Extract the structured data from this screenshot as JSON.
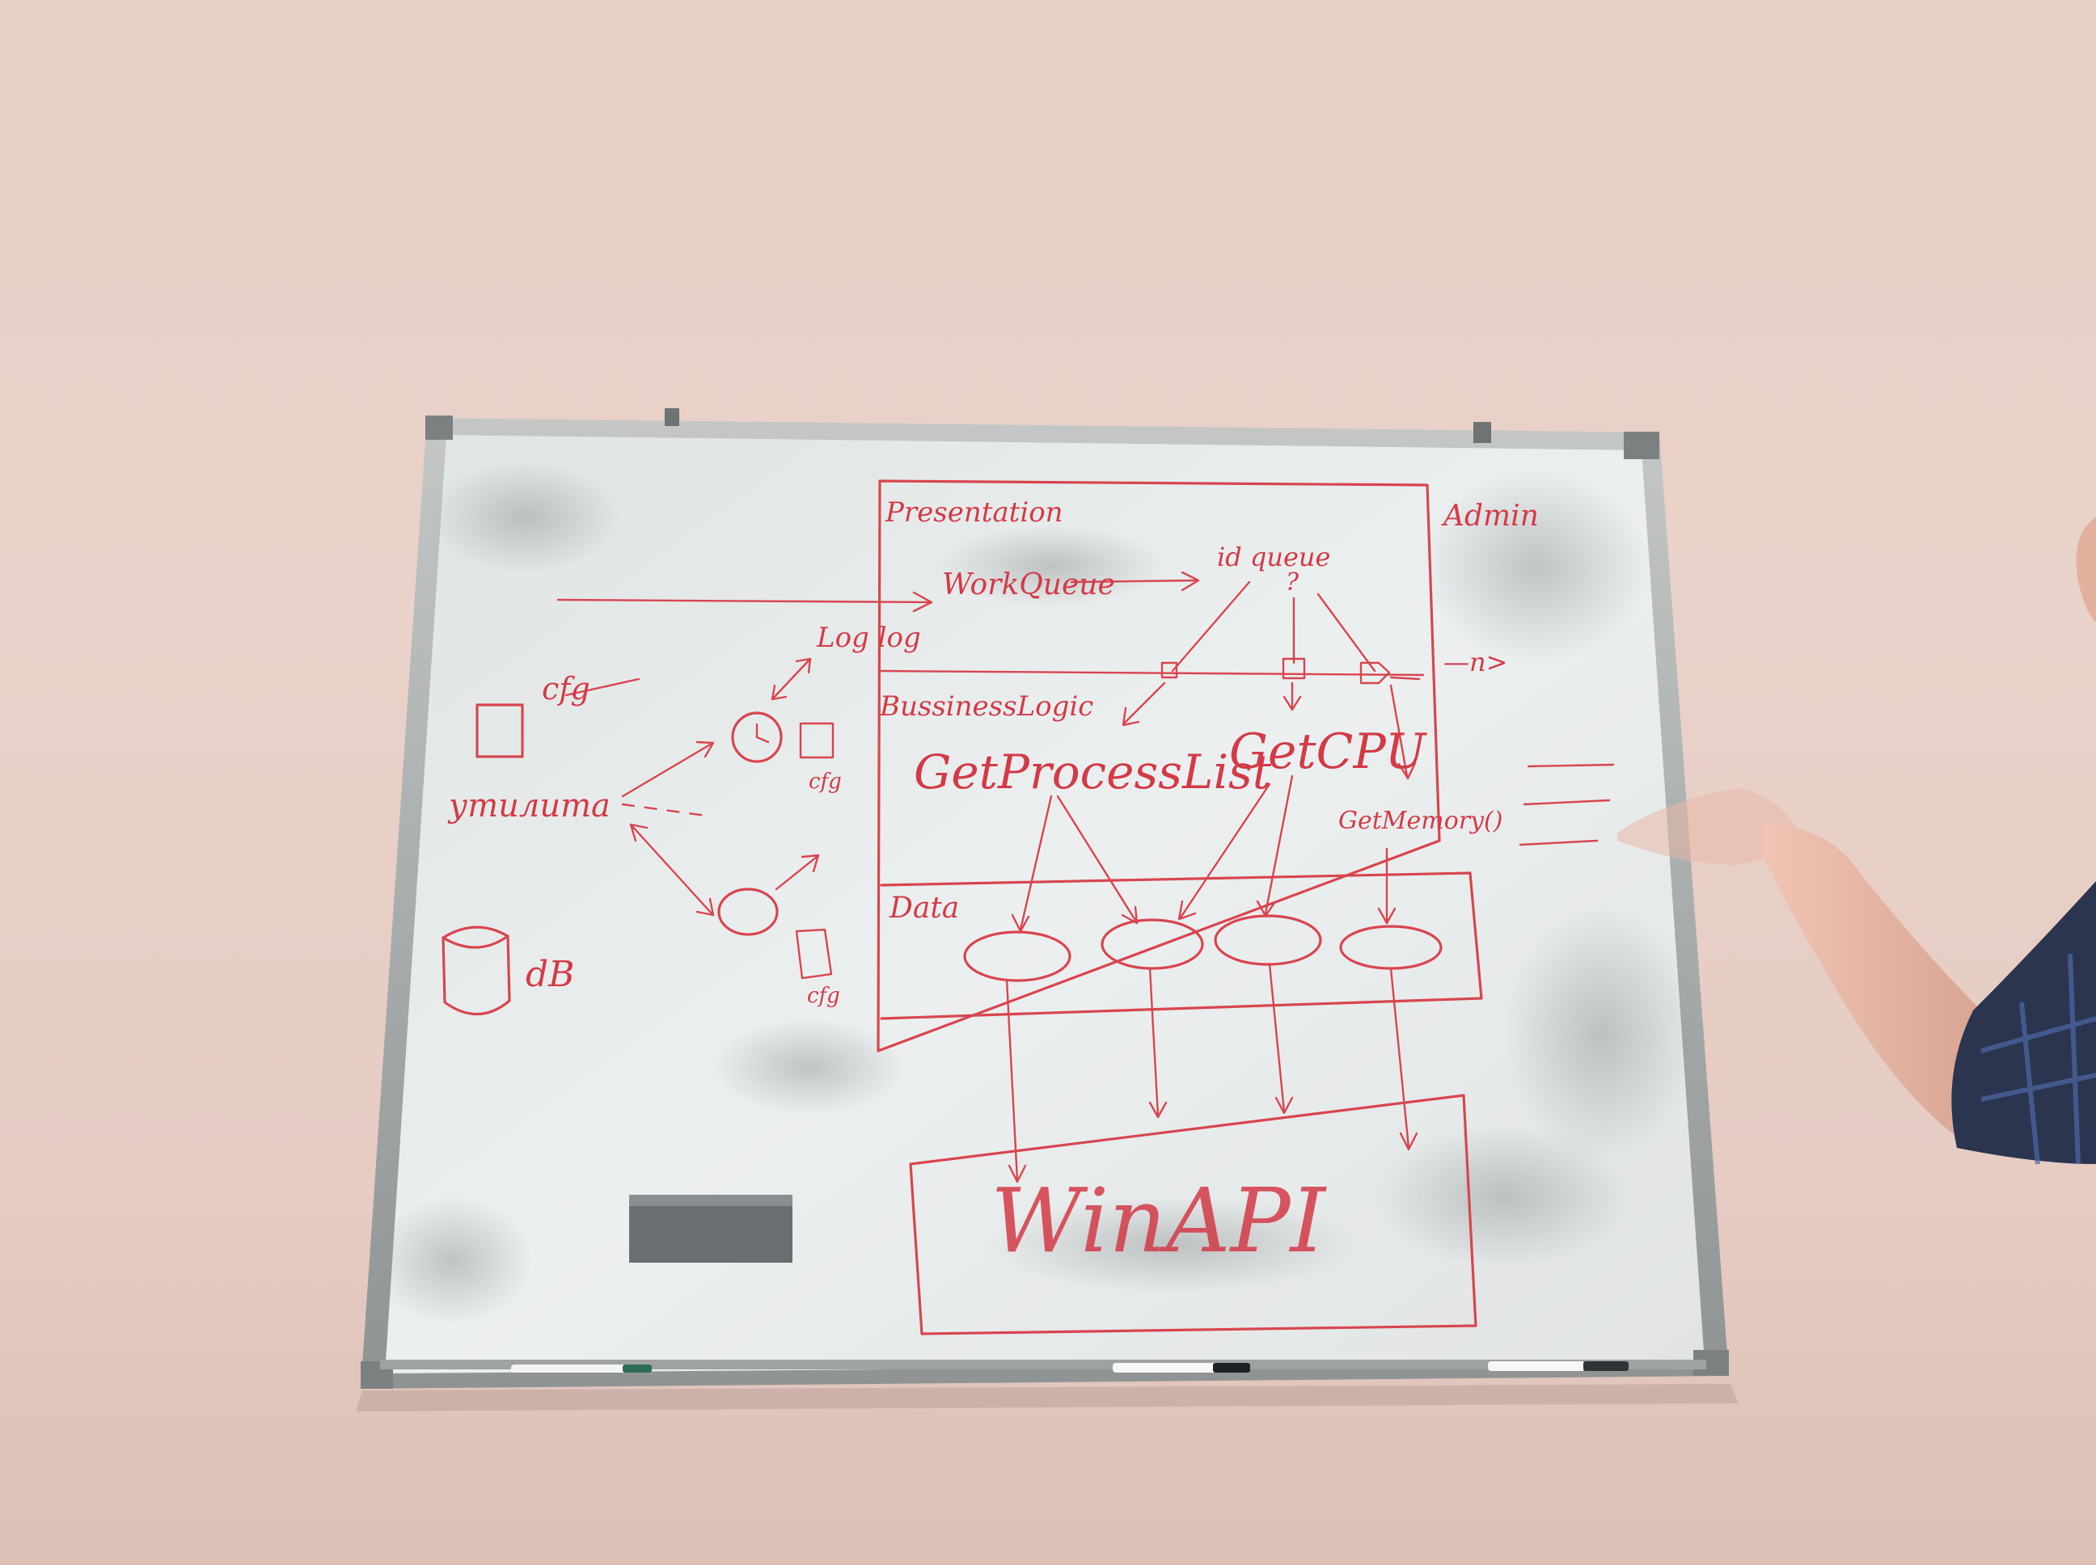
{
  "photo": {
    "subject": "whiteboard",
    "colors": {
      "wall": "#e8cfc6",
      "board": "#e6ebe8",
      "frame": "#a9adad",
      "marker": "#d8454f",
      "eraser": "#6b6e70",
      "shirt": "#2c3550",
      "skin": "#e9b9a8"
    }
  },
  "board_text": {
    "presentation": "Presentation",
    "admin": "Admin",
    "work_queue": "WorkQueue",
    "id_queue": "id queue",
    "queue_q": "?",
    "log_log": "Log log",
    "n_arrow": "—n>",
    "business_logic": "BussinessLogic",
    "get_process_list": "GetProcessList",
    "get_cpu": "GetCPU",
    "get_memory": "GetMemory()",
    "data": "Data",
    "winapi": "WinAPI",
    "cfg_top": "cfg",
    "cfg_mid": "cfg",
    "cfg_bottom": "cfg",
    "utility": "утилита",
    "db": "dB"
  }
}
